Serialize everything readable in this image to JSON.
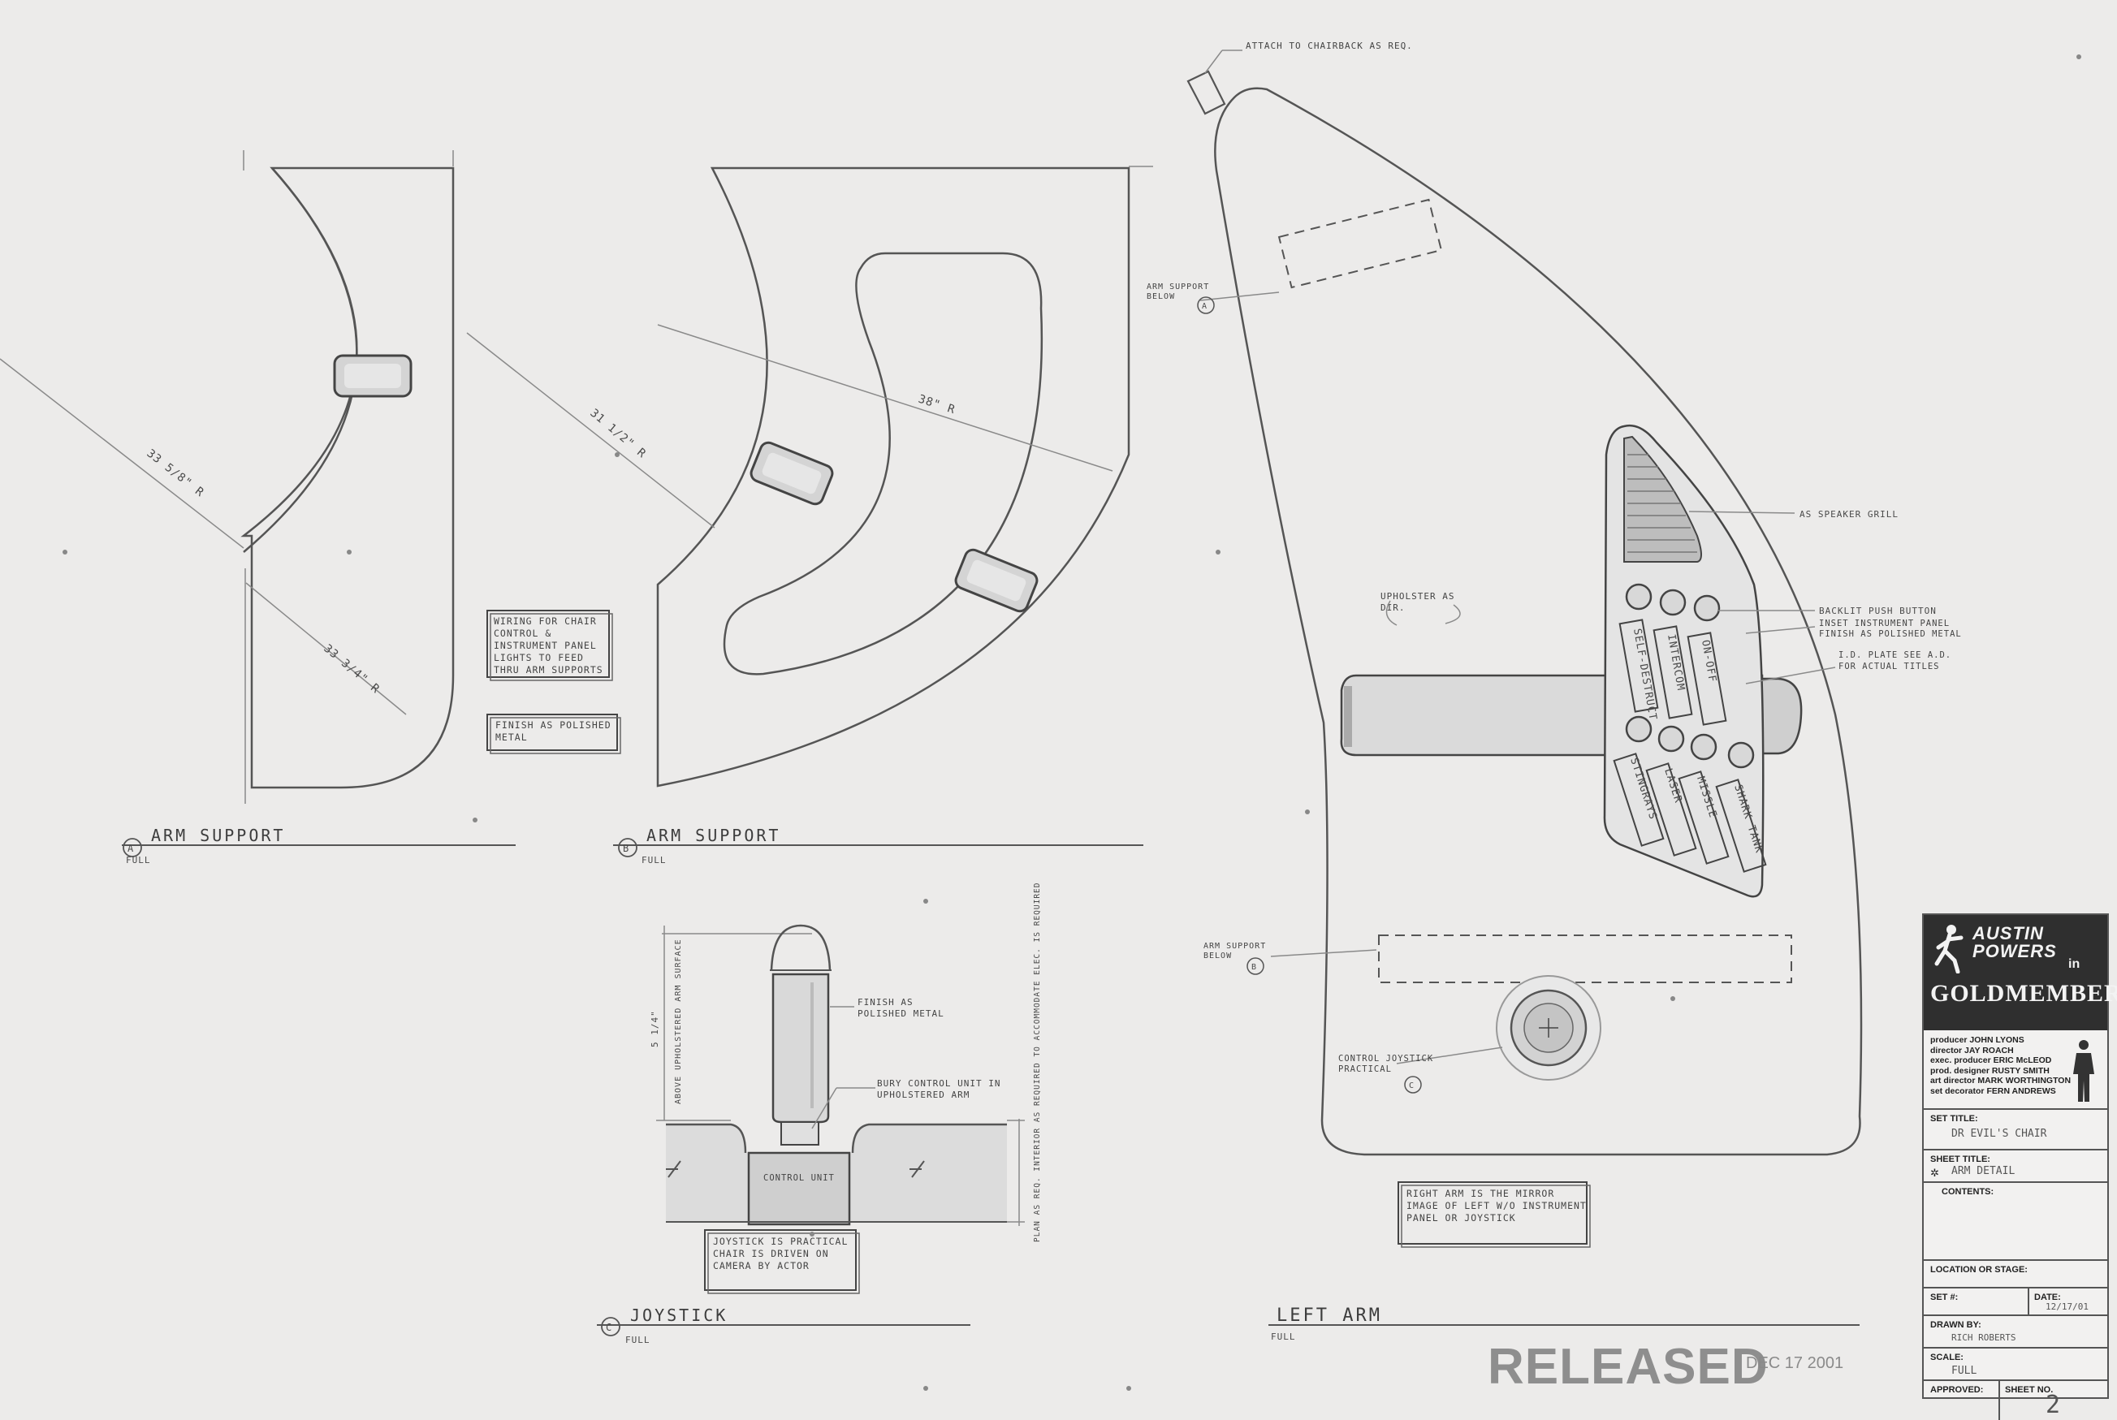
{
  "views": {
    "a": {
      "letter": "A",
      "title": "ARM SUPPORT",
      "scale": "FULL"
    },
    "b": {
      "letter": "B",
      "title": "ARM SUPPORT",
      "scale": "FULL"
    },
    "c": {
      "letter": "C",
      "title": "JOYSTICK",
      "scale": "FULL"
    },
    "left_arm": {
      "title": "LEFT ARM",
      "scale": "FULL"
    }
  },
  "dimensions": {
    "a_radius_top": "33 5/8\" R",
    "a_radius_bottom": "33 3/4\" R",
    "b_radius_inner": "31 1/2\" R",
    "b_radius_outer": "38\" R",
    "c_height": "5 1/4\"",
    "c_height_note": "ABOVE UPHOLSTERED ARM SURFACE",
    "c_depth_note": "PLAN AS REQ. INTERIOR AS REQUIRED TO ACCOMMODATE ELEC. IS REQUIRED"
  },
  "notes": {
    "wiring": "WIRING FOR CHAIR CONTROL & INSTRUMENT PANEL LIGHTS TO FEED THRU ARM SUPPORTS",
    "finish": "FINISH AS POLISHED METAL",
    "attach": "ATTACH TO CHAIRBACK AS REQ.",
    "arm_support_top": "ARM SUPPORT BELOW",
    "arm_support_top_ref": "A",
    "arm_support_bottom": "ARM SUPPORT BELOW",
    "arm_support_bottom_ref": "B",
    "upholster": "UPHOLSTER AS DIR.",
    "speaker": "AS SPEAKER GRILL",
    "backlit": "BACKLIT PUSH BUTTON",
    "inset_panel": "INSET INSTRUMENT PANEL FINISH AS POLISHED METAL",
    "id_plate": "I.D. PLATE SEE A.D. FOR ACTUAL TITLES",
    "control_joystick": "CONTROL JOYSTICK PRACTICAL",
    "control_joystick_ref": "C",
    "finish_knob": "FINISH AS POLISHED METAL",
    "bury_control": "BURY CONTROL UNIT IN UPHOLSTERED ARM",
    "control_unit": "CONTROL UNIT",
    "joystick_practical": "JOYSTICK IS PRACTICAL CHAIR IS DRIVEN ON CAMERA BY ACTOR",
    "mirror": "RIGHT ARM IS THE MIRROR IMAGE OF LEFT W/O INSTRUMENT PANEL OR JOYSTICK"
  },
  "panel_buttons_top": [
    "SELF-DESTRUCT",
    "INTERCOM",
    "ON-OFF"
  ],
  "panel_buttons_bottom": [
    "STINGRAYS",
    "LASER",
    "MISSLE",
    "SHARK TANK"
  ],
  "title_block": {
    "show_line1": "AUSTIN",
    "show_line2": "POWERS",
    "show_in": "in",
    "show_title": "GOLDMEMBER",
    "credits": [
      "producer JOHN LYONS",
      "director JAY ROACH",
      "exec. producer ERIC McLEOD",
      "prod. designer RUSTY SMITH",
      "art director MARK WORTHINGTON",
      "set decorator FERN ANDREWS"
    ],
    "set_title_label": "SET TITLE:",
    "set_title": "DR EVIL'S CHAIR",
    "sheet_title_label": "SHEET TITLE:",
    "sheet_title": "ARM DETAIL",
    "contents_label": "CONTENTS:",
    "location_label": "LOCATION OR STAGE:",
    "set_no_label": "SET #:",
    "date_label": "DATE:",
    "date": "12/17/01",
    "drawn_by_label": "DRAWN BY:",
    "drawn_by": "RICH ROBERTS",
    "scale_label": "SCALE:",
    "scale": "FULL",
    "approved_label": "APPROVED:",
    "sheet_no_label": "SHEET NO.",
    "sheet_no": "2"
  },
  "stamp": {
    "text": "RELEASED",
    "date": "DEC 17 2001"
  },
  "colors": {
    "paper": "#ecebea",
    "ink": "#3a3a3a",
    "title_dark": "#2f2f2f"
  }
}
